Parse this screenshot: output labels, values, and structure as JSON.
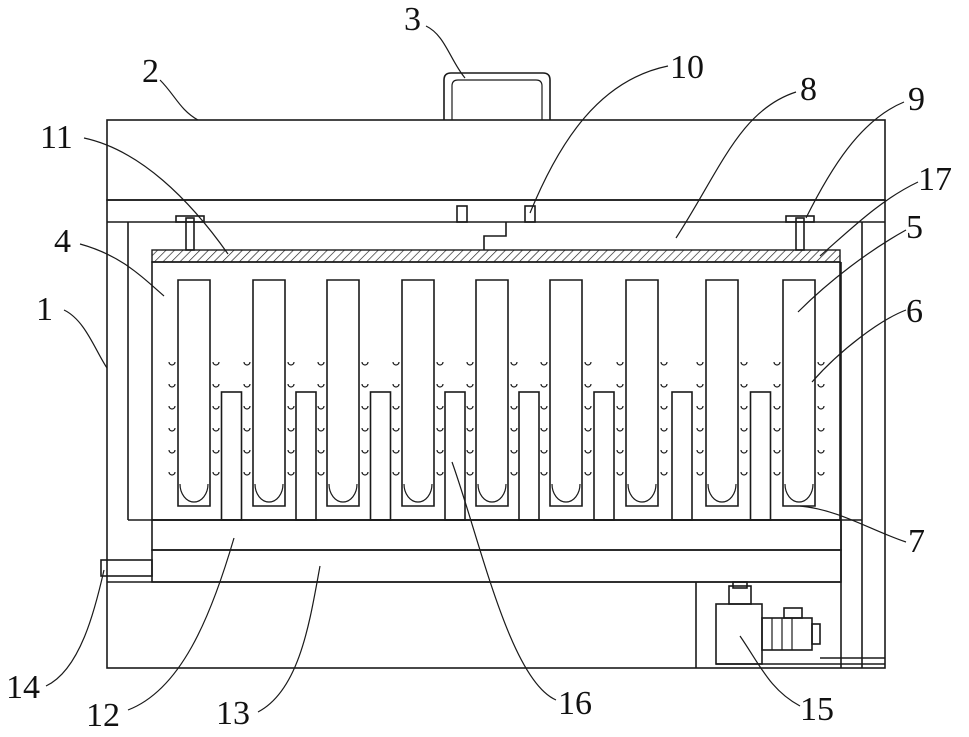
{
  "labels": {
    "l1": "1",
    "l2": "2",
    "l3": "3",
    "l4": "4",
    "l5": "5",
    "l6": "6",
    "l7": "7",
    "l8": "8",
    "l9": "9",
    "l10": "10",
    "l11": "11",
    "l12": "12",
    "l13": "13",
    "l14": "14",
    "l15": "15",
    "l16": "16",
    "l17": "17"
  },
  "counts": {
    "u_tubes": 9,
    "inner_plates": 8,
    "bubble_rows": 6
  },
  "colors": {
    "line": "#1a1a1a",
    "background": "#ffffff"
  }
}
